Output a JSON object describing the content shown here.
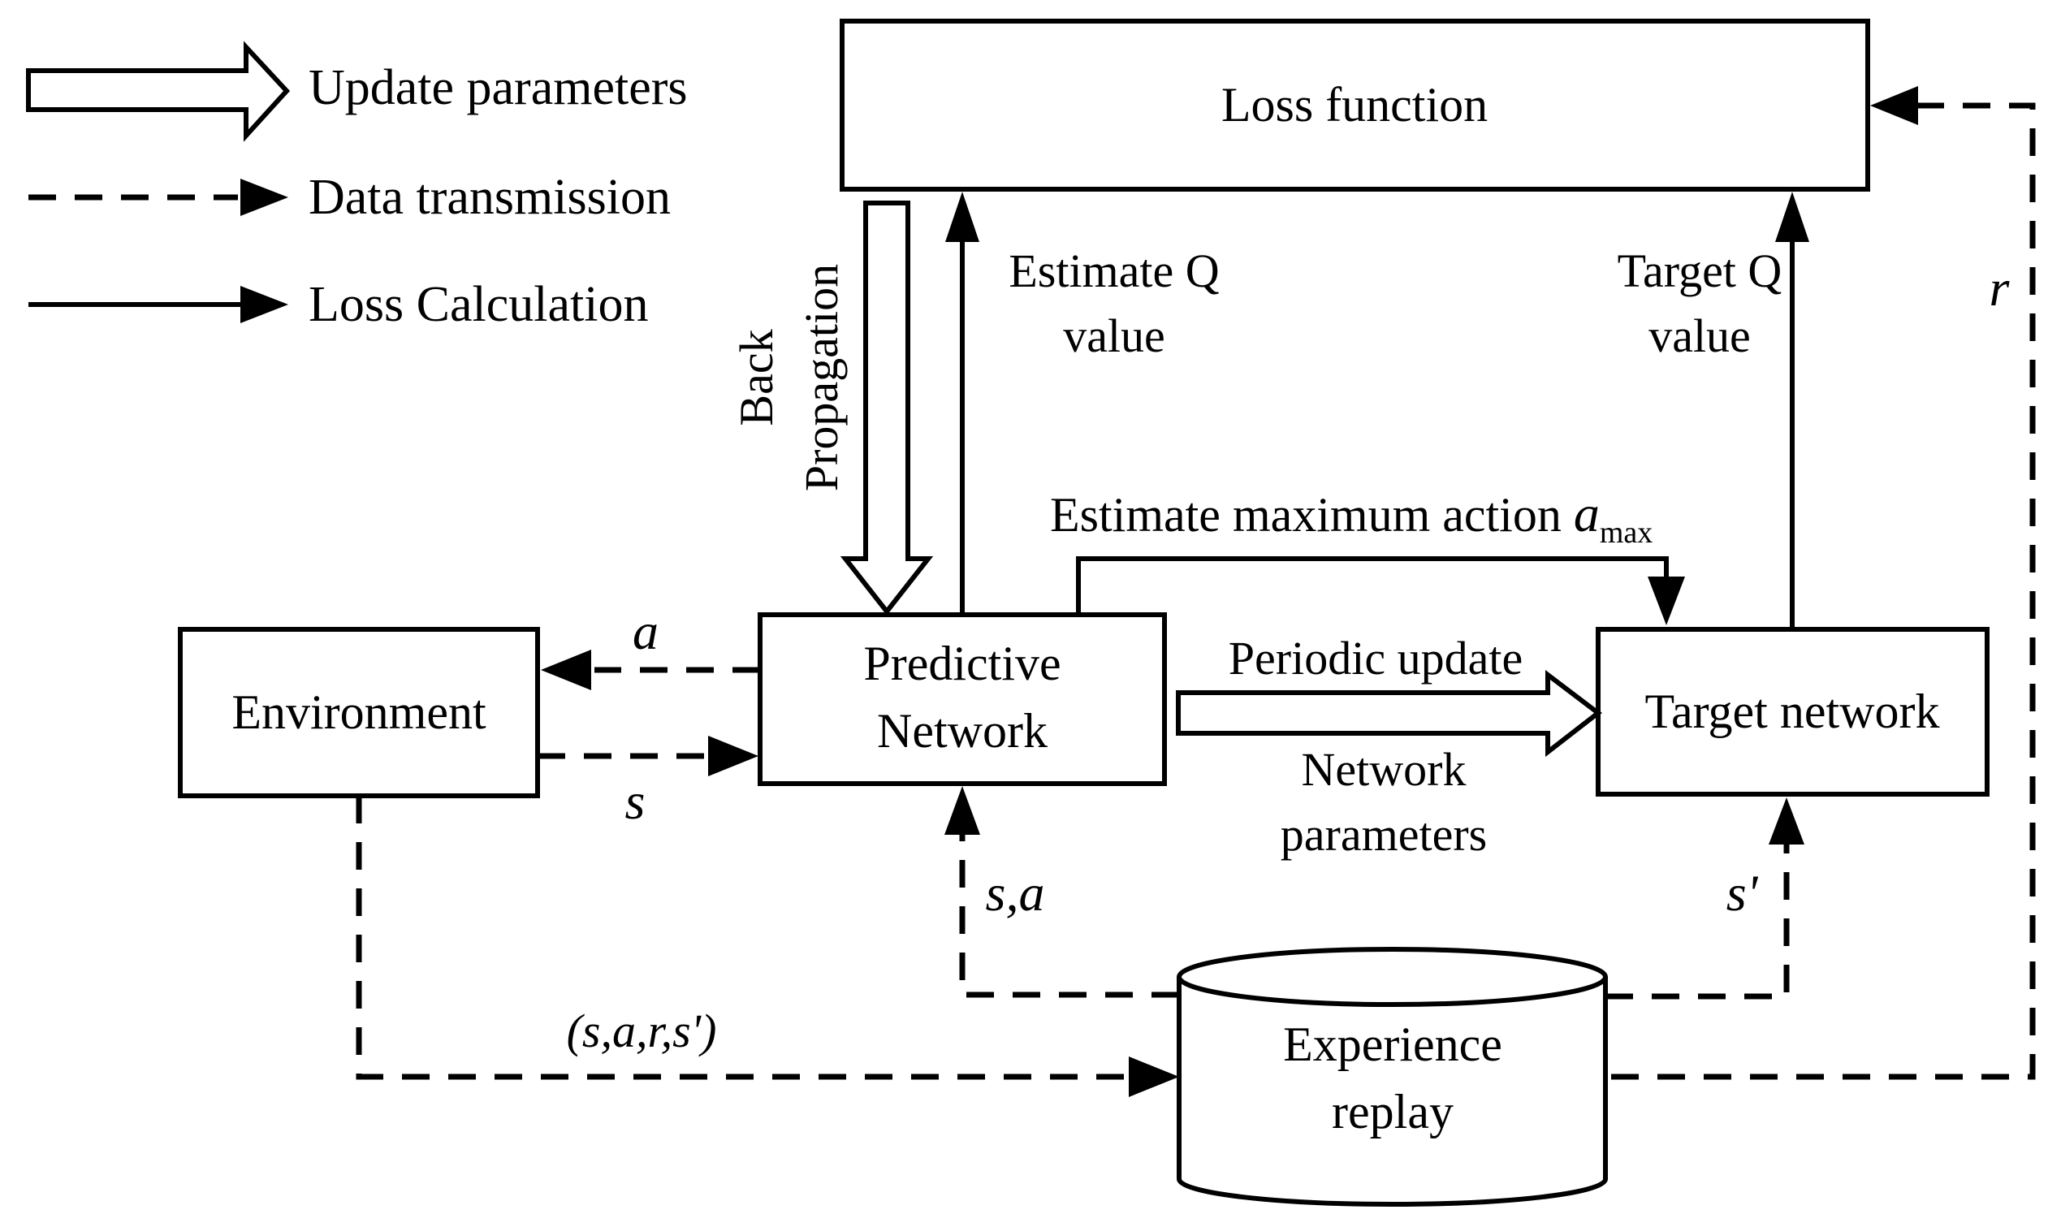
{
  "legend": {
    "items": [
      {
        "icon": "hollow-arrow",
        "label": "Update parameters"
      },
      {
        "icon": "dashed-arrow",
        "label": "Data transmission"
      },
      {
        "icon": "solid-arrow",
        "label": "Loss Calculation"
      }
    ]
  },
  "nodes": {
    "loss": {
      "label": "Loss function"
    },
    "environment": {
      "label": "Environment"
    },
    "predictive": {
      "line1": "Predictive",
      "line2": "Network"
    },
    "target": {
      "label": "Target network"
    },
    "experience": {
      "line1": "Experience",
      "line2": "replay"
    }
  },
  "edge_labels": {
    "back_prop": {
      "line1": "Back",
      "line2": "Propagation"
    },
    "estimate_q": {
      "line1": "Estimate Q",
      "line2": "value"
    },
    "target_q": {
      "line1": "Target Q",
      "line2": "value"
    },
    "amax": {
      "prefix": "Estimate maximum action",
      "var": "a",
      "sub": "max"
    },
    "periodic": "Periodic update",
    "net_params": {
      "line1": "Network",
      "line2": "parameters"
    },
    "a": "a",
    "s": "s",
    "sa": "s,a",
    "s_prime": "s'",
    "r": "r",
    "tuple": "(s,a,r,s')"
  },
  "colors": {
    "line": "#000000",
    "background": "#ffffff"
  }
}
